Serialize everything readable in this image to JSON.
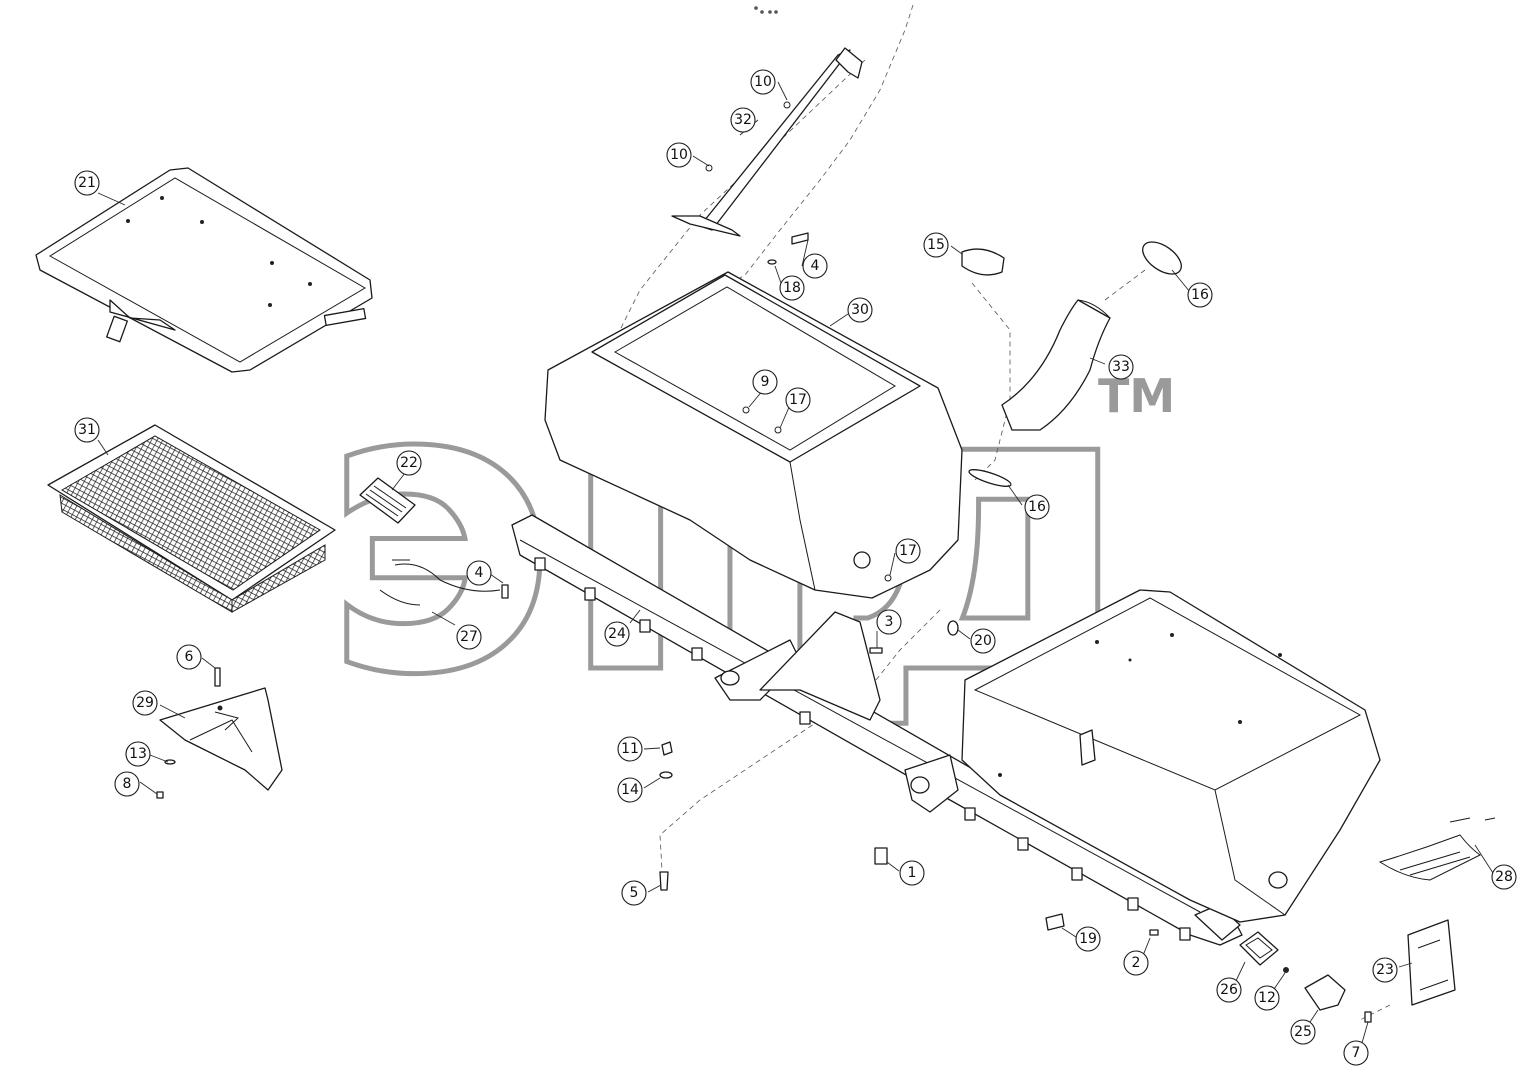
{
  "watermark": {
    "logo_text": "эпд",
    "trademark": "TM"
  },
  "callouts": [
    "1",
    "2",
    "3",
    "4",
    "4",
    "5",
    "6",
    "7",
    "8",
    "9",
    "10",
    "10",
    "11",
    "12",
    "13",
    "14",
    "15",
    "16",
    "16",
    "17",
    "17",
    "18",
    "19",
    "20",
    "21",
    "22",
    "23",
    "24",
    "25",
    "26",
    "27",
    "28",
    "29",
    "30",
    "31",
    "32",
    "33"
  ]
}
